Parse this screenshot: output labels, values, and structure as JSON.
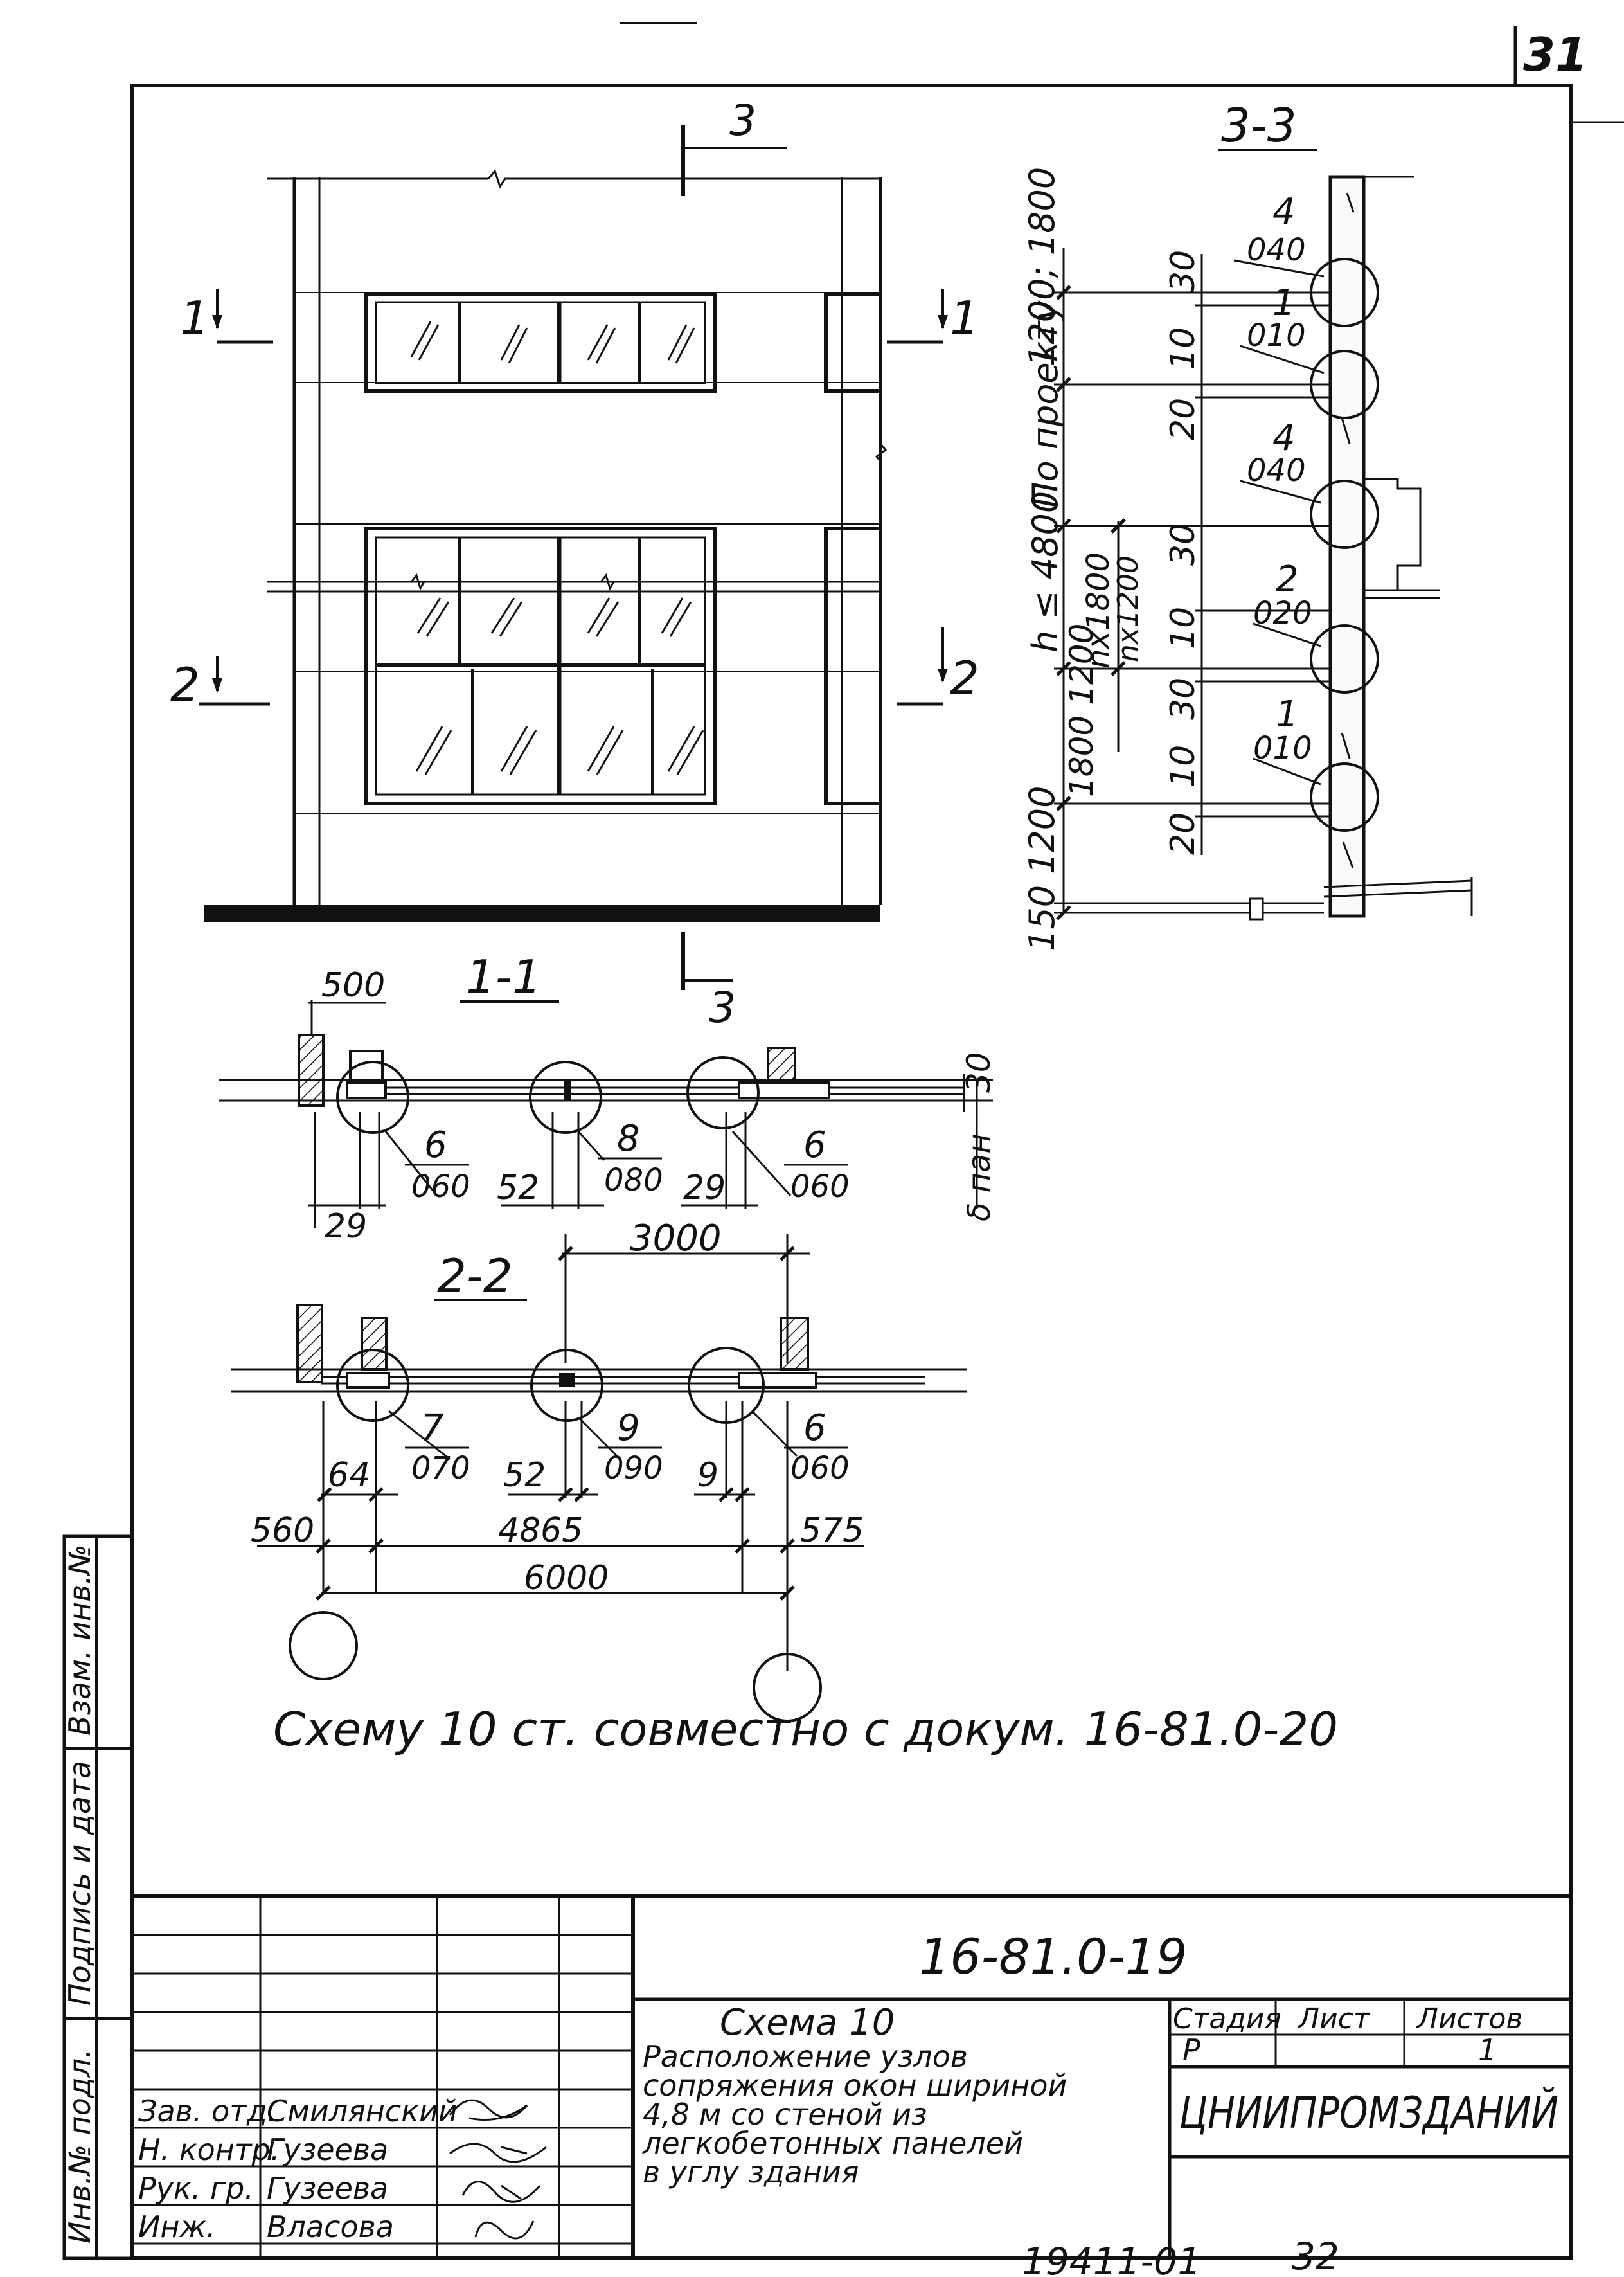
{
  "page_number": "31",
  "sheet_bottom_number": "32",
  "inventory_code": "19411-01",
  "document_code": "16-81.0-19",
  "note": "Схему 10 ст. совместно с докум. 16-81.0-20",
  "title_block": {
    "title": [
      "Схема 10",
      "Расположение узлов",
      "сопряжения окон шириной",
      "4,8 м со стеной из",
      "легкобетонных панелей",
      "в углу здания"
    ],
    "stage_header": "Стадия",
    "sheet_header": "Лист",
    "sheets_header": "Листов",
    "stage_value": "Р",
    "sheet_value": "",
    "sheets_value": "1",
    "organization": "ЦНИИПРОМЗДАНИЙ",
    "signatures": [
      {
        "role": "Зав. отд.",
        "name": "Смилянский"
      },
      {
        "role": "Н. контр.",
        "name": "Гузеева"
      },
      {
        "role": "Рук. гр.",
        "name": "Гузеева"
      },
      {
        "role": "Инж.",
        "name": "Власова"
      }
    ]
  },
  "side_stamp": {
    "inv_podl": "Инв.№ подл.",
    "podpis": "Подпись и дата",
    "vzam": "Взам. инв.№"
  },
  "elevation": {
    "cut_1": "1",
    "cut_2": "2",
    "cut_3_top": "3",
    "cut_3_bottom": "3"
  },
  "section_3_3": {
    "title": "3-3",
    "dims_outer": [
      "1200; 1800",
      "По проекту",
      "h ≤ 4800",
      "1800 1200",
      "1200",
      "150"
    ],
    "dims_inner": [
      "30",
      "10",
      "20",
      "30",
      "10",
      "30",
      "10",
      "20"
    ],
    "dims_mid": [
      "nx1800",
      "nx1200"
    ],
    "callouts": [
      {
        "num": "4",
        "ref": "040"
      },
      {
        "num": "1",
        "ref": "010"
      },
      {
        "num": "4",
        "ref": "040"
      },
      {
        "num": "2",
        "ref": "020"
      },
      {
        "num": "1",
        "ref": "010"
      }
    ]
  },
  "section_1_1": {
    "title": "1-1",
    "dims": [
      "500",
      "29",
      "52",
      "29",
      "30",
      "δ пан"
    ],
    "callouts": [
      {
        "num": "6",
        "ref": "060"
      },
      {
        "num": "8",
        "ref": "080"
      },
      {
        "num": "6",
        "ref": "060"
      }
    ]
  },
  "section_2_2": {
    "title": "2-2",
    "dims": [
      "3000",
      "64",
      "52",
      "9",
      "560",
      "4865",
      "575",
      "6000"
    ],
    "callouts": [
      {
        "num": "7",
        "ref": "070"
      },
      {
        "num": "9",
        "ref": "090"
      },
      {
        "num": "6",
        "ref": "060"
      }
    ]
  }
}
